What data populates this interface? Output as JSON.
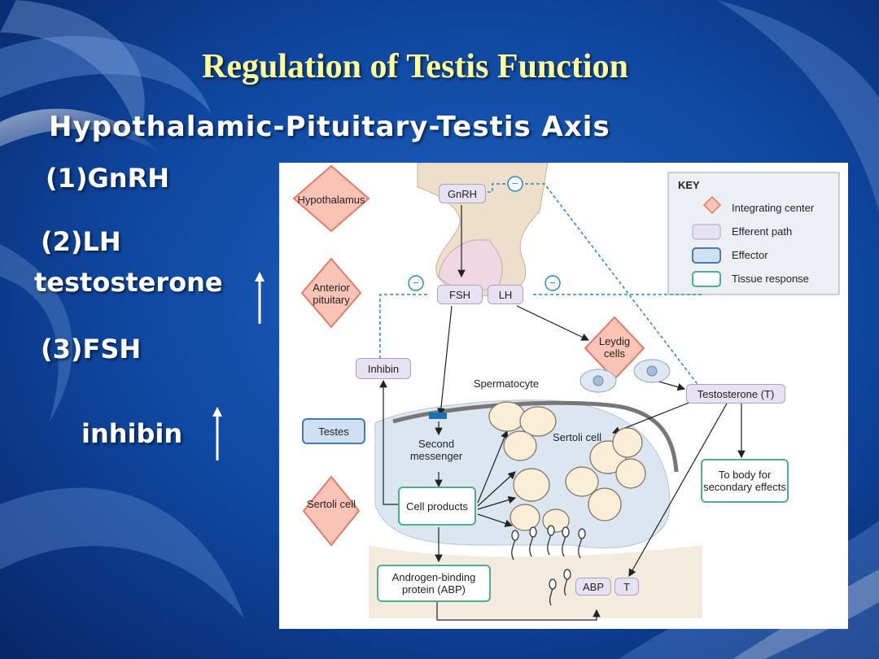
{
  "slide": {
    "title": "Regulation of Testis Function",
    "subtitle": "Hypothalamic-Pituitary-Testis Axis",
    "labels": {
      "gnrh": "(1)GnRH",
      "lh": "(2)LH",
      "testosterone": "testosterone",
      "fsh": "(3)FSH",
      "inhibin": "inhibin"
    }
  },
  "colors": {
    "title": "#ffff99",
    "background": "#0d3a8a",
    "integrating_center": "#f9c4b6",
    "efferent_path": "#e6e2f2",
    "effector": "#cfe0f3",
    "tissue_response": "#4fae8e"
  },
  "diagram": {
    "key": {
      "title": "KEY",
      "integrating_center": "Integrating center",
      "efferent_path": "Efferent path",
      "effector": "Effector",
      "tissue_response": "Tissue response"
    },
    "hypothalamus": "Hypothalamus",
    "anterior_pituitary": "Anterior pituitary",
    "gnrh": "GnRH",
    "fsh": "FSH",
    "lh": "LH",
    "leydig_cells": "Leydig cells",
    "inhibin": "Inhibin",
    "spermatocyte": "Spermatocyte",
    "testosterone": "Testosterone (T)",
    "testes": "Testes",
    "second_messenger": "Second messenger",
    "sertoli_cell_inside": "Sertoli cell",
    "to_body": "To body for secondary effects",
    "sertoli_cell": "Sertoli cell",
    "cell_products": "Cell products",
    "abp_long": "Androgen-binding protein (ABP)",
    "abp": "ABP",
    "t": "T",
    "minus": "−"
  }
}
